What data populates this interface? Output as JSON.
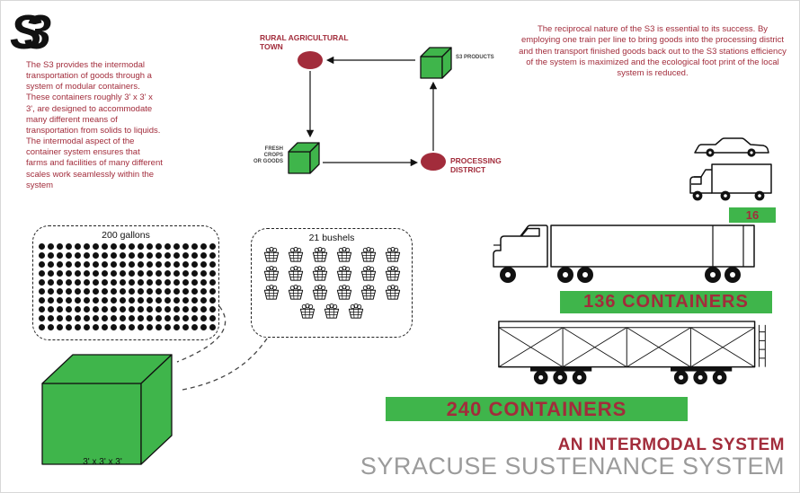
{
  "logo": {
    "s": "S",
    "three": "3"
  },
  "intro": {
    "text": "The S3 provides the intermodal transportation of goods through a system of modular containers. These containers roughly 3' x 3' x 3', are designed to accommodate many different means of transportation from solids to liquids. The intermodal aspect of the container system ensures that farms and facilities of many different scales work seamlessly within the system"
  },
  "reciprocal": {
    "text": "The reciprocal nature of the S3 is essential to its success. By employing one train per line to bring goods into the processing district and then transport finished goods back out to the S3 stations efficiency of the system is maximized and the ecological foot print of the local system is reduced."
  },
  "cycle": {
    "rural_label_line1": "RURAL AGRICULTURAL",
    "rural_label_line2": "TOWN",
    "products_label": "S3 PRODUCTS",
    "crops_label_line1": "FRESH CROPS",
    "crops_label_line2": "OR GOODS",
    "processing_label_line1": "PROCESSING",
    "processing_label_line2": "DISTRICT"
  },
  "capacity": {
    "gallons_label": "200 gallons",
    "gallons_count": 200,
    "bushels_label": "21 bushels",
    "bushels_count": 21,
    "cube_label": "3' x 3' x 3'"
  },
  "vehicles": {
    "small_truck_label": "16",
    "semi_label": "136 CONTAINERS",
    "train_label": "240 CONTAINERS"
  },
  "footer": {
    "title": "AN INTERMODAL SYSTEM",
    "subtitle": "SYRACUSE SUSTENANCE SYSTEM"
  },
  "colors": {
    "red": "#a22c3b",
    "green": "#3fb54b",
    "gray": "#9b9b9b"
  }
}
